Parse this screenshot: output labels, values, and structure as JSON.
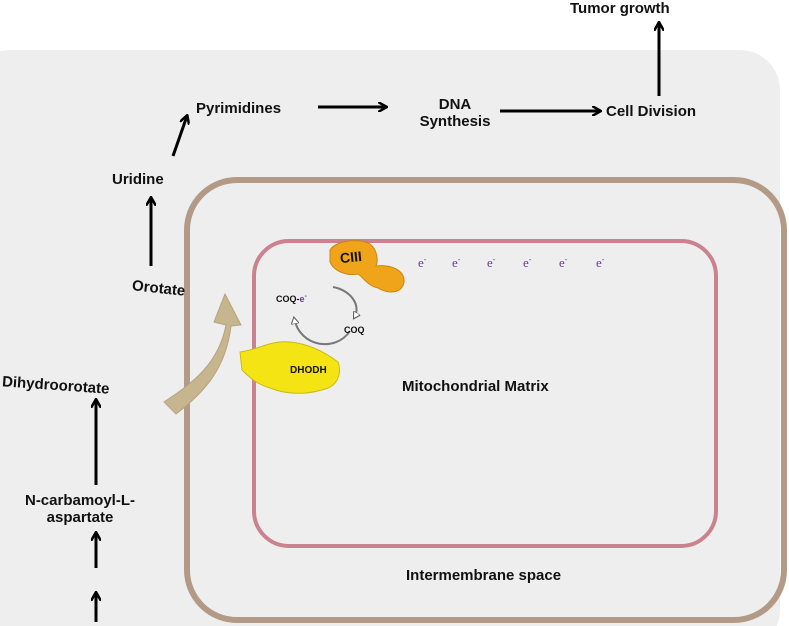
{
  "labels": {
    "tumor_growth": "Tumor growth",
    "pyrimidines": "Pyrimidines",
    "dna_synthesis_line1": "DNA",
    "dna_synthesis_line2": "Synthesis",
    "cell_division": "Cell Division",
    "uridine": "Uridine",
    "orotate": "Orotate",
    "dihydroorotate": "Dihydroorotate",
    "carbamoyl_line1": "N-carbamoyl-L-",
    "carbamoyl_line2": "aspartate",
    "mitochondrial_matrix": "Mitochondrial Matrix",
    "intermembrane_space": "Intermembrane space",
    "complex_iii": "CIII",
    "dhodh": "DHODH",
    "coq_reduced": "COQ-",
    "coq_reduced_electron": "e",
    "coq_reduced_charge": "-",
    "coq": "COQ",
    "electron_symbol": "e",
    "electron_charge": "-"
  },
  "colors": {
    "cell_background": "#eeeeee",
    "outer_membrane": "#b39a86",
    "inner_membrane": "#c9828e",
    "complex_iii_fill": "#f0a41a",
    "dhodh_fill": "#f5e414",
    "orotate_arrow": "#c6b58f",
    "electron_text": "#6a3a98"
  }
}
